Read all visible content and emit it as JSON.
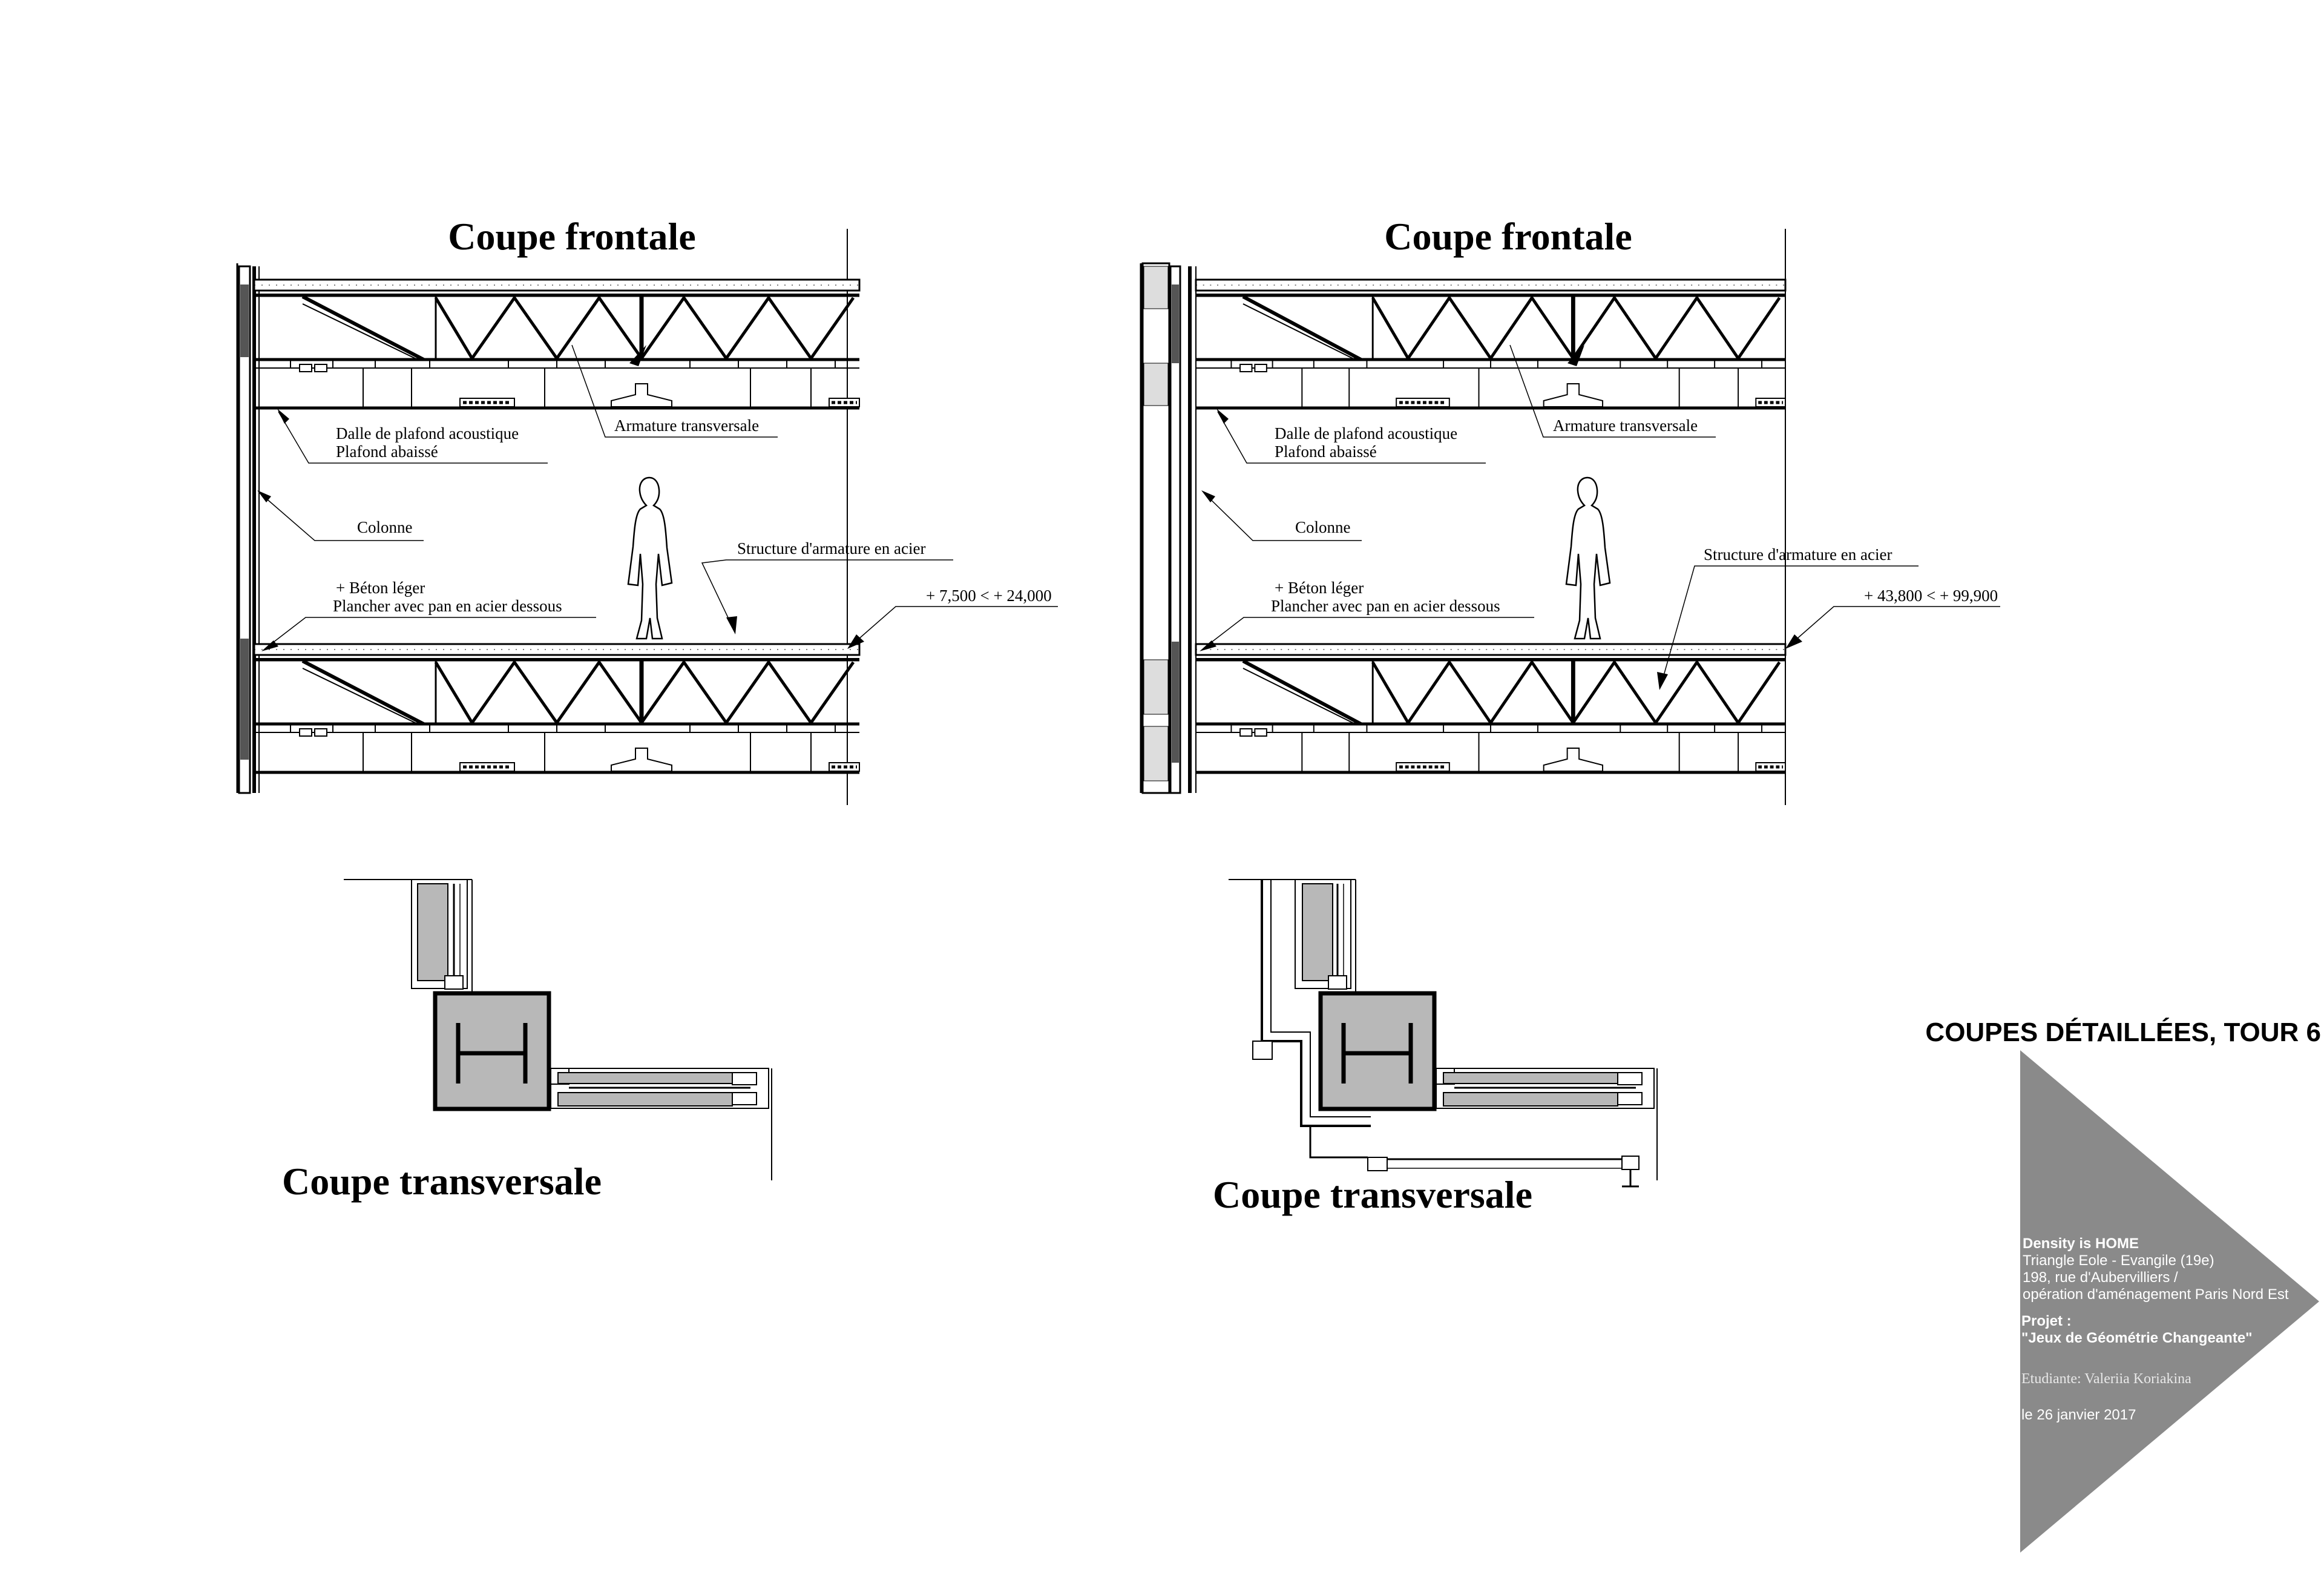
{
  "sheet": {
    "title": "COUPES DÉTAILLÉES, TOUR 6"
  },
  "left": {
    "frontal_title": "Coupe frontale",
    "labels": {
      "dalle": "Dalle de plafond acoustique",
      "plafond": "Plafond abaissé",
      "armature": "Armature transversale",
      "colonne": "Colonne",
      "structure": "Structure d'armature en acier",
      "beton": "+ Béton léger",
      "plancher": "Plancher avec pan en acier dessous",
      "level": "+ 7,500 < + 24,000"
    },
    "transverse_title": "Coupe transversale"
  },
  "right": {
    "frontal_title": "Coupe frontale",
    "labels": {
      "dalle": "Dalle de plafond acoustique",
      "plafond": "Plafond abaissé",
      "armature": "Armature transversale",
      "colonne": "Colonne",
      "structure": "Structure d'armature en acier",
      "beton": "+ Béton léger",
      "plancher": "Plancher avec pan en acier dessous",
      "level": "+ 43,800 < + 99,900"
    },
    "transverse_title": "Coupe transversale"
  },
  "cartouche": {
    "project_name": "Density is HOME",
    "address1": "Triangle Eole - Evangile (19e)",
    "address2": "198, rue d'Aubervilliers /",
    "address3": "opération d'aménagement Paris Nord Est",
    "projet_label": "Projet :",
    "projet_title": "\"Jeux de Géométrie Changeante\"",
    "student": "Etudiante: Valeriia Koriakina",
    "date": "le 26 janvier 2017"
  },
  "colors": {
    "ink": "#000000",
    "fill_grey": "#b8b8b8",
    "cartouche": "#8a8a8a"
  }
}
